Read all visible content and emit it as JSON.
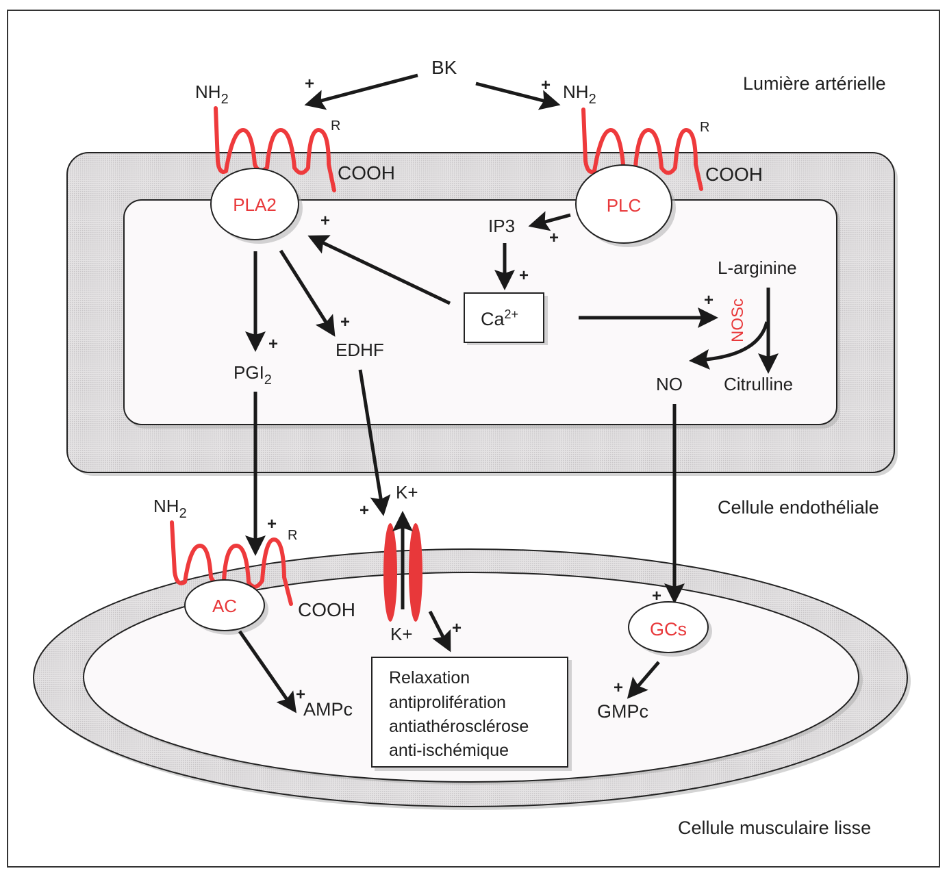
{
  "diagram": {
    "regions": {
      "lumen": "Lumière artérielle",
      "endothelial_cell": "Cellule endothéliale",
      "smooth_muscle_cell": "Cellule musculaire lisse"
    },
    "ligand": "BK",
    "receptors": {
      "left": {
        "nterm": "NH",
        "nterm_sub": "2",
        "cterm": "COOH",
        "tag": "R"
      },
      "right": {
        "nterm": "NH",
        "nterm_sub": "2",
        "cterm": "COOH",
        "tag": "R"
      },
      "smooth": {
        "nterm": "NH",
        "nterm_sub": "2",
        "cterm": "COOH",
        "tag": "R"
      }
    },
    "enzymes": {
      "pla2": "PLA2",
      "plc": "PLC",
      "ac": "AC",
      "gcs": "GCs",
      "nosc": "NOSc"
    },
    "mediators": {
      "ip3": "IP3",
      "ca": "Ca",
      "ca_sup": "2+",
      "pgi2": "PGI",
      "pgi2_sub": "2",
      "edhf": "EDHF",
      "l_arginine": "L-arginine",
      "citrulline": "Citrulline",
      "no": "NO",
      "k_out": "K+",
      "k_in": "K+",
      "ampc": "AMPc",
      "gmpc": "GMPc"
    },
    "plus_sign": "+",
    "effects_box": [
      "Relaxation",
      "antiprolifération",
      "antiathérosclérose",
      "anti-ischémique"
    ],
    "colors": {
      "receptor": "#ee3a3c",
      "enzyme_text": "#e8383a",
      "membrane_fill": "#dcdcdc",
      "text": "#1f1f1f"
    }
  }
}
